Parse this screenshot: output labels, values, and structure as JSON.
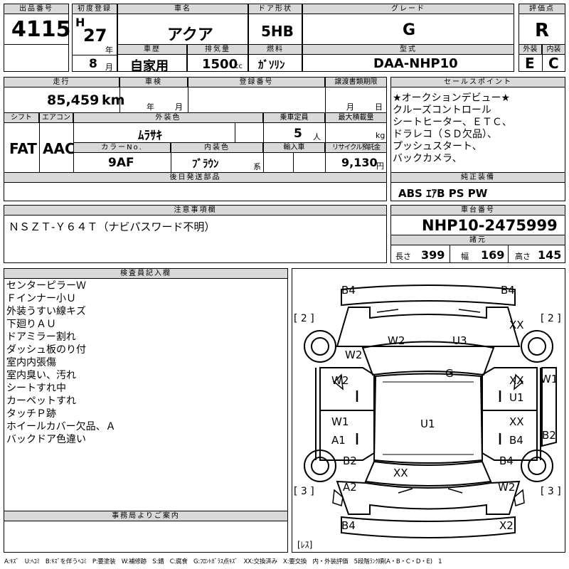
{
  "header": {
    "lot_label": "出品番号",
    "lot_no": "4115",
    "first_reg_label": "初度登録",
    "era": "H",
    "year": "27",
    "year_unit": "年",
    "month": "8",
    "month_unit": "月",
    "car_name_label": "車名",
    "car_name": "アクア",
    "door_label": "ドア形状",
    "door": "5HB",
    "grade_label": "グレード",
    "grade": "G",
    "score_label": "評価点",
    "score": "R",
    "history_label": "車歴",
    "history": "自家用",
    "displacement_label": "排気量",
    "displacement": "1500",
    "displacement_unit": "cc",
    "fuel_label": "燃料",
    "fuel": "ｶﾞｿﾘﾝ",
    "model_label": "型式",
    "model": "DAA-NHP10",
    "ext_label": "外装",
    "ext": "E",
    "int_label": "内装",
    "int": "C"
  },
  "row2": {
    "mileage_label": "走行",
    "mileage": "85,459",
    "mileage_unit": "km",
    "inspection_label": "車検",
    "insp_year_unit": "年",
    "insp_month_unit": "月",
    "reg_no_label": "登録番号",
    "transfer_label": "譲渡書類期限",
    "transfer_month_unit": "月",
    "transfer_day_unit": "日",
    "shift_label": "シフト",
    "shift": "FAT",
    "ac_label": "エアコン",
    "ac": "AAC",
    "color_label": "外装色",
    "color": "ﾑﾗｻｷ",
    "capacity_label": "乗車定員",
    "capacity": "5",
    "capacity_unit": "人",
    "load_label": "最大積載量",
    "load_unit": "kg",
    "color_no_label": "カラーNo.",
    "color_no": "9AF",
    "int_color_label": "内装色",
    "int_color": "ﾌﾞﾗｳﾝ",
    "int_color_unit": "系",
    "import_label": "輸入車",
    "recycle_label": "リサイクル預託金",
    "recycle": "9,130",
    "recycle_unit": "円",
    "later_label": "後日発送部品"
  },
  "sales": {
    "label": "セールスポイント",
    "lines": [
      "★オークションデビュー★",
      "クルーズコントロール",
      "シートヒーター、ＥＴＣ、",
      "ドラレコ（ＳＤ欠品）、",
      "プッシュスタート、",
      "バックカメラ、"
    ]
  },
  "equipment": {
    "label": "純正装備",
    "value": "ABS ｴｱB PS PW"
  },
  "notes": {
    "label": "注意事項欄",
    "value": "ＮＳＺＴ-Ｙ６４Ｔ（ナビパスワード不明）"
  },
  "chassis": {
    "label": "車台番号",
    "value": "NHP10-2475999"
  },
  "specs": {
    "label": "諸元",
    "len_label": "長さ",
    "len": "399",
    "wid_label": "幅",
    "wid": "169",
    "hgt_label": "高さ",
    "hgt": "145"
  },
  "inspector": {
    "label": "検査員記入欄",
    "lines": [
      "センターピラーＷ",
      "Ｆインナー小Ｕ",
      "外装うすい線キズ",
      "下廻りＡＵ",
      "ドアミラー割れ",
      "ダッシュ板のり付",
      "室内内張傷",
      "室内臭い、汚れ",
      "シートすれ中",
      "カーペットすれ",
      "タッチＰ跡",
      "ホイールカバー欠品、Ａ",
      "バックドア色違い"
    ]
  },
  "office": {
    "label": "事務局よりご案内"
  },
  "diagram": {
    "marks": [
      "B4",
      "B4",
      "W2",
      "U3",
      "XX",
      "W2",
      "G",
      "W2",
      "XX",
      "U1",
      "W1",
      "W1",
      "U1",
      "XX",
      "A1",
      "B4",
      "B2",
      "B2",
      "B4",
      "XX",
      "A2",
      "W2",
      "B4",
      "X2"
    ],
    "tags": [
      "[ 2 ]",
      "[ 2 ]",
      "[ 3 ]",
      "[ 3 ]",
      "[ﾚｽ]"
    ]
  },
  "legend": "A:ｷｽﾞ　U:ﾍｺﾐ　B:ｷｽﾞを伴うﾍｺﾐ　P:要塗装　W:補修跡　S:錆　C:腐食　G:ﾌﾛﾝﾄｶﾞﾗｽ点ｷｽﾞ　XX:交換済み　X:要交換　内・外装評価　5段階ﾗﾝｸ順(A・B・C・D・E)　1"
}
